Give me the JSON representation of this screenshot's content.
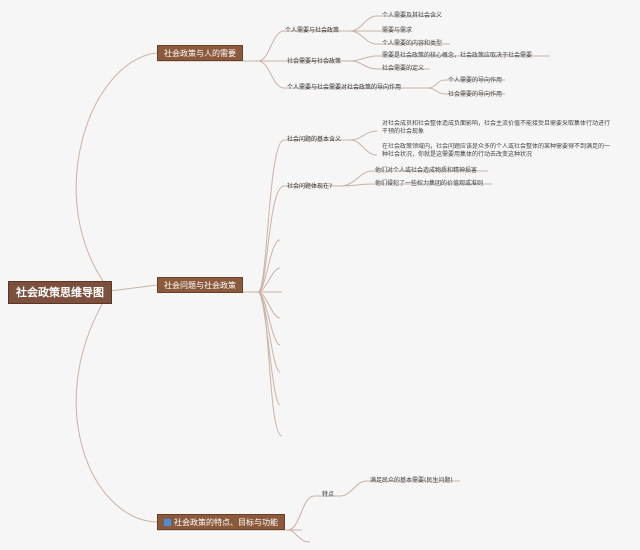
{
  "root": {
    "label": "社会政策思维导图"
  },
  "branch1": {
    "label": "社会政策与人的需要",
    "sub1": {
      "label": "个人需要与社会政策",
      "leaves": [
        "个人需要及其社会含义",
        "需要与需求",
        "个人需要的内容和类型"
      ]
    },
    "sub2": {
      "label": "社会需要与社会政策",
      "leaves": [
        "需要是社会政策的核心概念，社会政策应取决于社会需要",
        "社会需要的定义"
      ]
    },
    "sub3": {
      "label": "个人需要与社会需要对社会政策的导向作用",
      "leaves": [
        "个人需要的导向作用",
        "社会需要的导向作用"
      ]
    }
  },
  "branch2": {
    "label": "社会问题与社会政策",
    "sub1": {
      "label": "社会问题的基本含义",
      "leaves": [
        "对社会成员和社会整体造成负面影响，社会主流价值不能接受且需要采取集体行动进行干预的社会现象",
        "在社会政策领域内，社会问题应该是众多的个人或社会整体的某种需要得不到满足的一种社会状况，你就是这需要用集体的行动去改变这种状况"
      ]
    },
    "sub2": {
      "label": "社会问题体现在?",
      "leaves": [
        "他们对个人或社会造成物质和精神损害",
        "他们侵犯了一些权力集团的价值观或准则"
      ]
    }
  },
  "branch3": {
    "label": "社会政策的特点、目标与功能",
    "sub1": {
      "label": "特点",
      "leaves": [
        "满足民众的基本需要(民生问题)"
      ]
    }
  },
  "colors": {
    "line": "#c9b3a6",
    "node_fill": "#8b5a3c",
    "root_fill": "#7d4f3d",
    "icon": "#4a90d9"
  }
}
